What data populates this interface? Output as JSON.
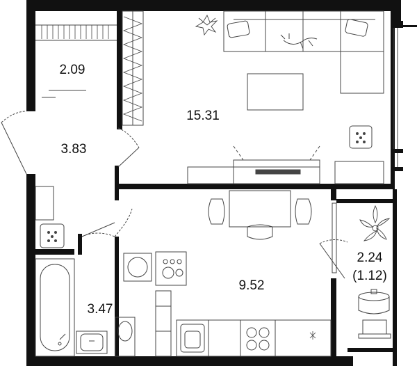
{
  "rooms": {
    "storage": {
      "area": "2.09"
    },
    "living": {
      "area": "15.31"
    },
    "hallway": {
      "area": "3.83"
    },
    "bathroom": {
      "area": "3.47"
    },
    "kitchen": {
      "area": "9.52"
    },
    "balcony": {
      "area": "2.24",
      "reduced_area": "(1.12)"
    }
  },
  "colors": {
    "wall": "#111111",
    "line": "#444444",
    "background": "#ffffff"
  }
}
